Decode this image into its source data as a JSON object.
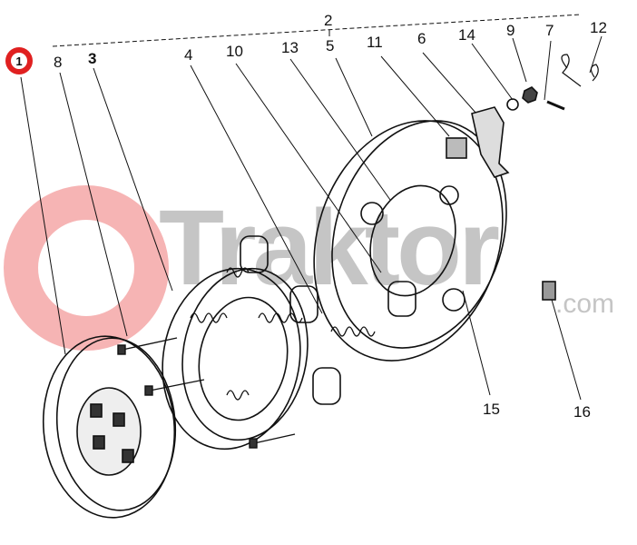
{
  "diagram": {
    "highlighted_part": "1",
    "watermark": {
      "brand": "Traktor",
      "suffix": ".com",
      "color": "#e02020"
    },
    "labels": [
      "2",
      "8",
      "3",
      "4",
      "10",
      "13",
      "5",
      "11",
      "6",
      "14",
      "9",
      "7",
      "12",
      "15",
      "16"
    ]
  }
}
